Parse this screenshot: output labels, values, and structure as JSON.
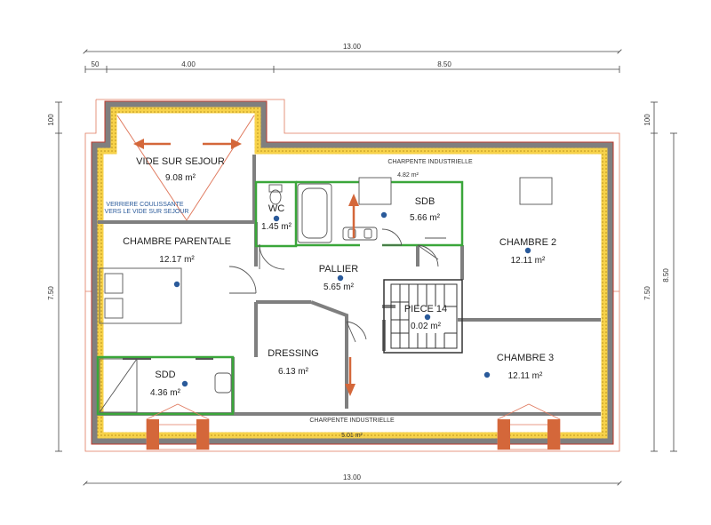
{
  "dimensions": {
    "top_total": "13.00",
    "top_left_small": "50",
    "top_mid": "4.00",
    "top_right": "8.50",
    "left_small": "100",
    "left_main": "7.50",
    "right_small": "100",
    "right_main": "7.50",
    "right_total": "8.50",
    "bottom_total": "13.00"
  },
  "labels": {
    "charpente_top": "CHARPENTE INDUSTRIELLE",
    "charpente_bottom": "CHARPENTE INDUSTRIELLE",
    "sdb_width": "4.82 m²",
    "verriere_line1": "VERRIERE COULISSANTE",
    "verriere_line2": "VERS LE VIDE SUR SEJOUR",
    "bottom_partial": "5.01 m²"
  },
  "rooms": {
    "vide": {
      "name": "VIDE SUR SEJOUR",
      "area": "9.08 m²"
    },
    "wc": {
      "name": "WC",
      "area": "1.45 m²"
    },
    "sdb": {
      "name": "SDB",
      "area": "5.66 m²"
    },
    "chambre2": {
      "name": "CHAMBRE 2",
      "area": "12.11 m²"
    },
    "parentale": {
      "name": "CHAMBRE PARENTALE",
      "area": "12.17 m²"
    },
    "pallier": {
      "name": "PALLIER",
      "area": "5.65 m²"
    },
    "piece14": {
      "name": "PIECE 14",
      "area": "0.02 m²"
    },
    "dressing": {
      "name": "DRESSING",
      "area": "6.13 m²"
    },
    "sdd": {
      "name": "SDD",
      "area": "4.36 m²"
    },
    "chambre3": {
      "name": "CHAMBRE 3",
      "area": "12.11 m²"
    }
  },
  "colors": {
    "outer_wall": "#7f7f7f",
    "wall_accent": "#c0392b",
    "insulation": "#f4c430",
    "green_partition": "#3aa63a",
    "arrow": "#d4673a",
    "brick": "#d4673a",
    "dimension_line": "#444444",
    "thin_red": "#e07a5f"
  }
}
